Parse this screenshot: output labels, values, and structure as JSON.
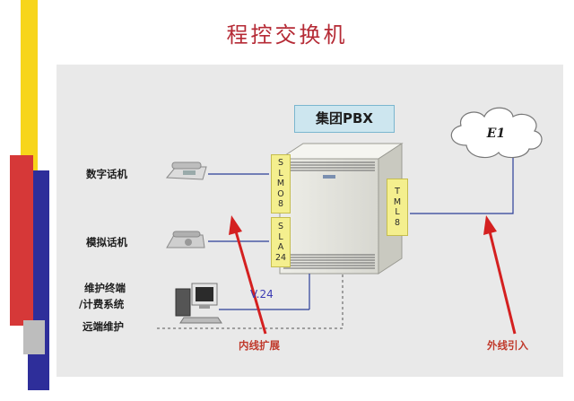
{
  "title": "程控交换机",
  "pbx_label": "集团PBX",
  "devices": {
    "digital_phone": "数字话机",
    "analog_phone": "模拟话机",
    "terminal_line1": "维护终端",
    "terminal_line2": "/计费系统",
    "remote": "远端维护"
  },
  "cards": {
    "slmo": [
      "S",
      "L",
      "M",
      "O",
      "8"
    ],
    "sla": [
      "S",
      "L",
      "A",
      "24"
    ],
    "tml": [
      "T",
      "M",
      "L",
      "8"
    ]
  },
  "cloud_label": "E1",
  "interface_label": "V.24",
  "arrows": {
    "internal": "内线扩展",
    "external": "外线引入"
  },
  "colors": {
    "title": "#b52a35",
    "arrow": "#d42020",
    "line": "#2c3e99",
    "card_fill": "#f4ef8e",
    "label_fill": "#cde6ef"
  }
}
